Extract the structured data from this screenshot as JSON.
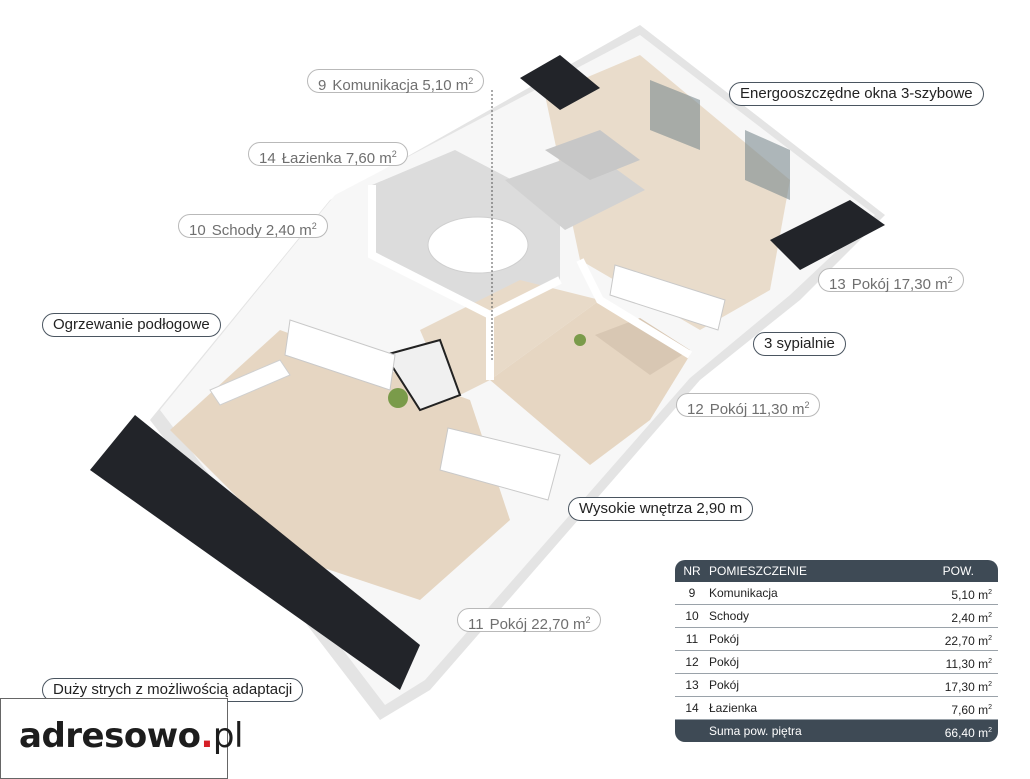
{
  "labels": {
    "komunikacja": {
      "num": "9",
      "text": "Komunikacja 5,10 m",
      "sup": "2"
    },
    "lazienka": {
      "num": "14",
      "text": "Łazienka 7,60 m",
      "sup": "2"
    },
    "schody": {
      "num": "10",
      "text": "Schody 2,40 m",
      "sup": "2"
    },
    "pokoj13": {
      "num": "13",
      "text": "Pokój 17,30 m",
      "sup": "2"
    },
    "pokoj12": {
      "num": "12",
      "text": "Pokój 11,30 m",
      "sup": "2"
    },
    "pokoj11": {
      "num": "11",
      "text": "Pokój 22,70 m",
      "sup": "2"
    }
  },
  "features": {
    "okna": "Energooszczędne okna 3-szybowe",
    "ogrzewanie": "Ogrzewanie podłogowe",
    "sypialnie": "3 sypialnie",
    "wnetrza": "Wysokie wnętrza 2,90 m",
    "strych": "Duży strych z możliwością adaptacji"
  },
  "table": {
    "headers": {
      "nr": "NR",
      "room": "POMIESZCZENIE",
      "area": "POW."
    },
    "rows": [
      {
        "nr": "9",
        "room": "Komunikacja",
        "area": "5,10 m",
        "sup": "2"
      },
      {
        "nr": "10",
        "room": "Schody",
        "area": "2,40 m",
        "sup": "2"
      },
      {
        "nr": "11",
        "room": "Pokój",
        "area": "22,70 m",
        "sup": "2"
      },
      {
        "nr": "12",
        "room": "Pokój",
        "area": "11,30 m",
        "sup": "2"
      },
      {
        "nr": "13",
        "room": "Pokój",
        "area": "17,30 m",
        "sup": "2"
      },
      {
        "nr": "14",
        "room": "Łazienka",
        "area": "7,60 m",
        "sup": "2"
      }
    ],
    "total": {
      "room": "Suma pow. piętra",
      "area": "66,40 m",
      "sup": "2"
    }
  },
  "logo": {
    "main": "adresowo",
    "dot": ".",
    "tld": "pl"
  },
  "colors": {
    "table_dark": "#3e4a55",
    "floor": "#e6d6c2",
    "roof": "#222429",
    "logo_dot": "#d61f26"
  }
}
